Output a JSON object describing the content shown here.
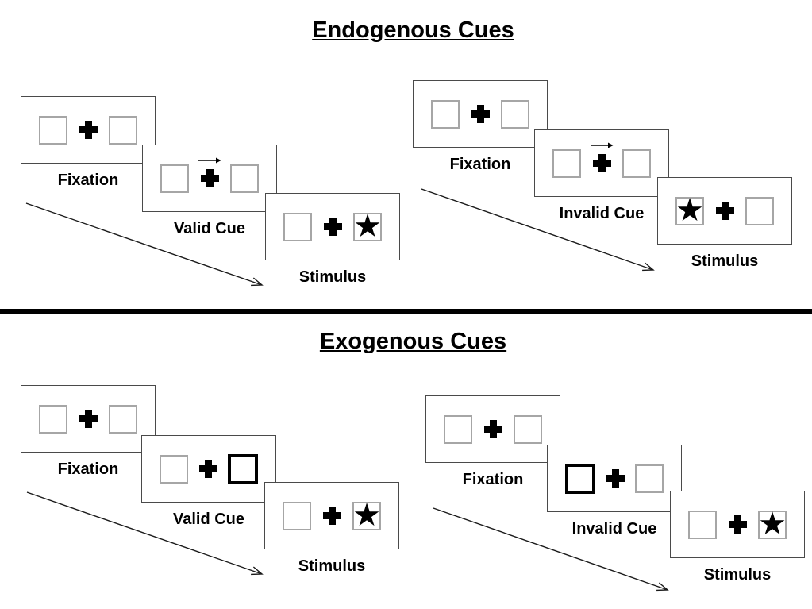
{
  "figure": {
    "background": "#ffffff",
    "colors": {
      "ink": "#000000",
      "panel_border": "#4a4a4a",
      "placeholder_border": "#a6a6a6"
    }
  },
  "symbols": {
    "star": "★"
  },
  "sections": [
    {
      "title": "Endogenous Cues",
      "sequences": [
        {
          "name": "valid",
          "fixation_label": "Fixation",
          "cue_label": "Valid Cue",
          "stimulus_label": "Stimulus",
          "cue_type": "central-arrow",
          "cue_direction": "right",
          "stimulus_side": "right"
        },
        {
          "name": "invalid",
          "fixation_label": "Fixation",
          "cue_label": "Invalid Cue",
          "stimulus_label": "Stimulus",
          "cue_type": "central-arrow",
          "cue_direction": "right",
          "stimulus_side": "left"
        }
      ]
    },
    {
      "title": "Exogenous Cues",
      "sequences": [
        {
          "name": "valid",
          "fixation_label": "Fixation",
          "cue_label": "Valid Cue",
          "stimulus_label": "Stimulus",
          "cue_type": "peripheral-box",
          "cue_side": "right",
          "stimulus_side": "right"
        },
        {
          "name": "invalid",
          "fixation_label": "Fixation",
          "cue_label": "Invalid Cue",
          "stimulus_label": "Stimulus",
          "cue_type": "peripheral-box",
          "cue_side": "left",
          "stimulus_side": "right"
        }
      ]
    }
  ]
}
